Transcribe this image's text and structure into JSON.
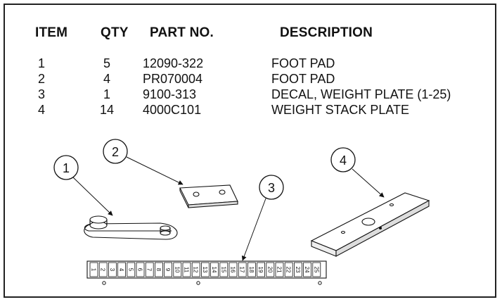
{
  "table": {
    "headers": {
      "item": "ITEM",
      "qty": "QTY",
      "part_no": "PART NO.",
      "description": "DESCRIPTION"
    },
    "rows": [
      {
        "item": "1",
        "qty": "5",
        "part_no": "12090-322",
        "description": "FOOT PAD"
      },
      {
        "item": "2",
        "qty": "4",
        "part_no": "PR070004",
        "description": "FOOT PAD"
      },
      {
        "item": "3",
        "qty": "1",
        "part_no": "9100-313",
        "description": "DECAL, WEIGHT PLATE (1-25)"
      },
      {
        "item": "4",
        "qty": "14",
        "part_no": "4000C101",
        "description": "WEIGHT STACK PLATE"
      }
    ]
  },
  "callouts": [
    "1",
    "2",
    "3",
    "4"
  ],
  "decal_numbers": [
    "1",
    "2",
    "3",
    "4",
    "5",
    "6",
    "7",
    "8",
    "9",
    "10",
    "11",
    "12",
    "13",
    "14",
    "15",
    "16",
    "17",
    "18",
    "19",
    "20",
    "21",
    "22",
    "23",
    "24",
    "25"
  ]
}
